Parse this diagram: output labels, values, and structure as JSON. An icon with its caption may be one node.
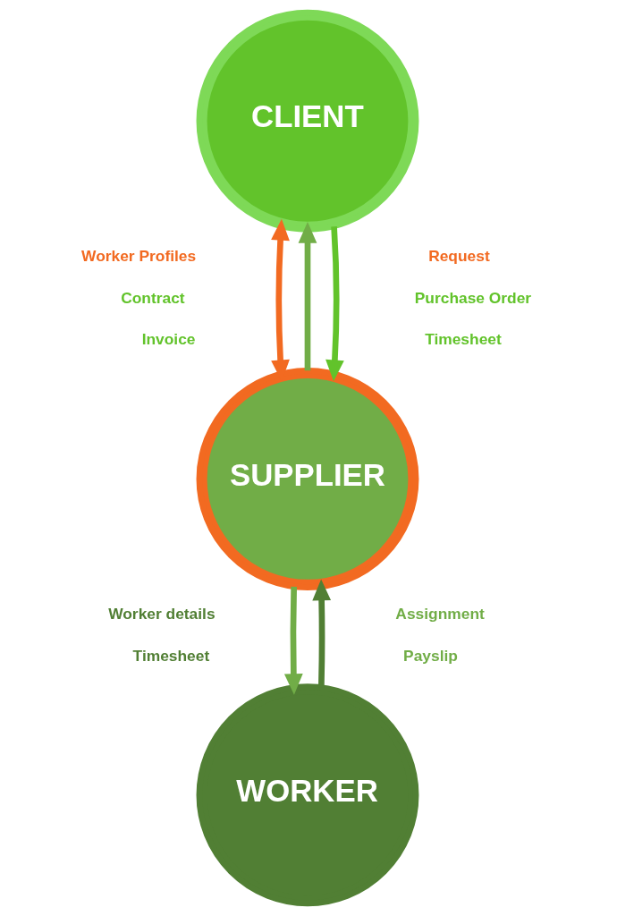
{
  "diagram": {
    "nodes": [
      {
        "text": [
          "CLIENT"
        ]
      },
      {
        "text": [
          "SUPPLIER"
        ]
      },
      {
        "text": [
          "WORKER"
        ]
      }
    ],
    "edges": [
      {
        "from": 1,
        "to": 0,
        "arrow": "to",
        "color": "#71ad47"
      },
      {
        "from": 0,
        "to": 1,
        "arrow": "both",
        "color": "#f26a21"
      },
      {
        "from": 0,
        "to": 1,
        "arrow": "to",
        "color": "#62c32b"
      },
      {
        "from": 2,
        "to": 1,
        "arrow": "to",
        "color": "#517f34"
      },
      {
        "from": 1,
        "to": 2,
        "arrow": "to",
        "color": "#71ad47"
      }
    ],
    "labels": [
      "Request",
      "Worker Profiles",
      "Purchase Order",
      "Contract",
      "Timesheet",
      "Invoice",
      "Assignment",
      "Worker details",
      "Payslip",
      "Timesheet"
    ]
  }
}
